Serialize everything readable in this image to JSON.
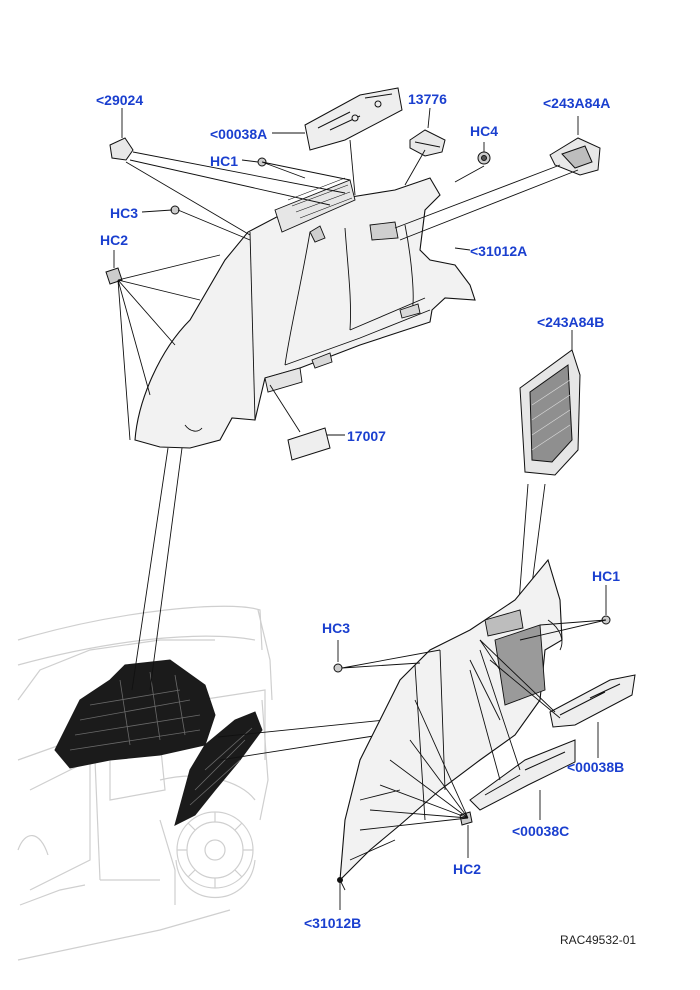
{
  "colors": {
    "callout": "#1a3fcf",
    "line": "#111111",
    "panel": "#f2f2f2",
    "carpet": "#1b1b1b"
  },
  "labels": {
    "l_29024": "<29024",
    "l_00038A": "<00038A",
    "l_13776": "13776",
    "l_243A84A": "<243A84A",
    "l_HC4": "HC4",
    "l_HC1_top": "HC1",
    "l_HC3_top": "HC3",
    "l_HC2_top": "HC2",
    "l_31012A": "<31012A",
    "l_243A84B": "<243A84B",
    "l_17007": "17007",
    "l_HC1_bottom": "HC1",
    "l_HC3_bottom": "HC3",
    "l_00038B": "<00038B",
    "l_00038C": "<00038C",
    "l_HC2_bottom": "HC2",
    "l_31012B": "<31012B"
  },
  "reference": "RAC49532-01"
}
